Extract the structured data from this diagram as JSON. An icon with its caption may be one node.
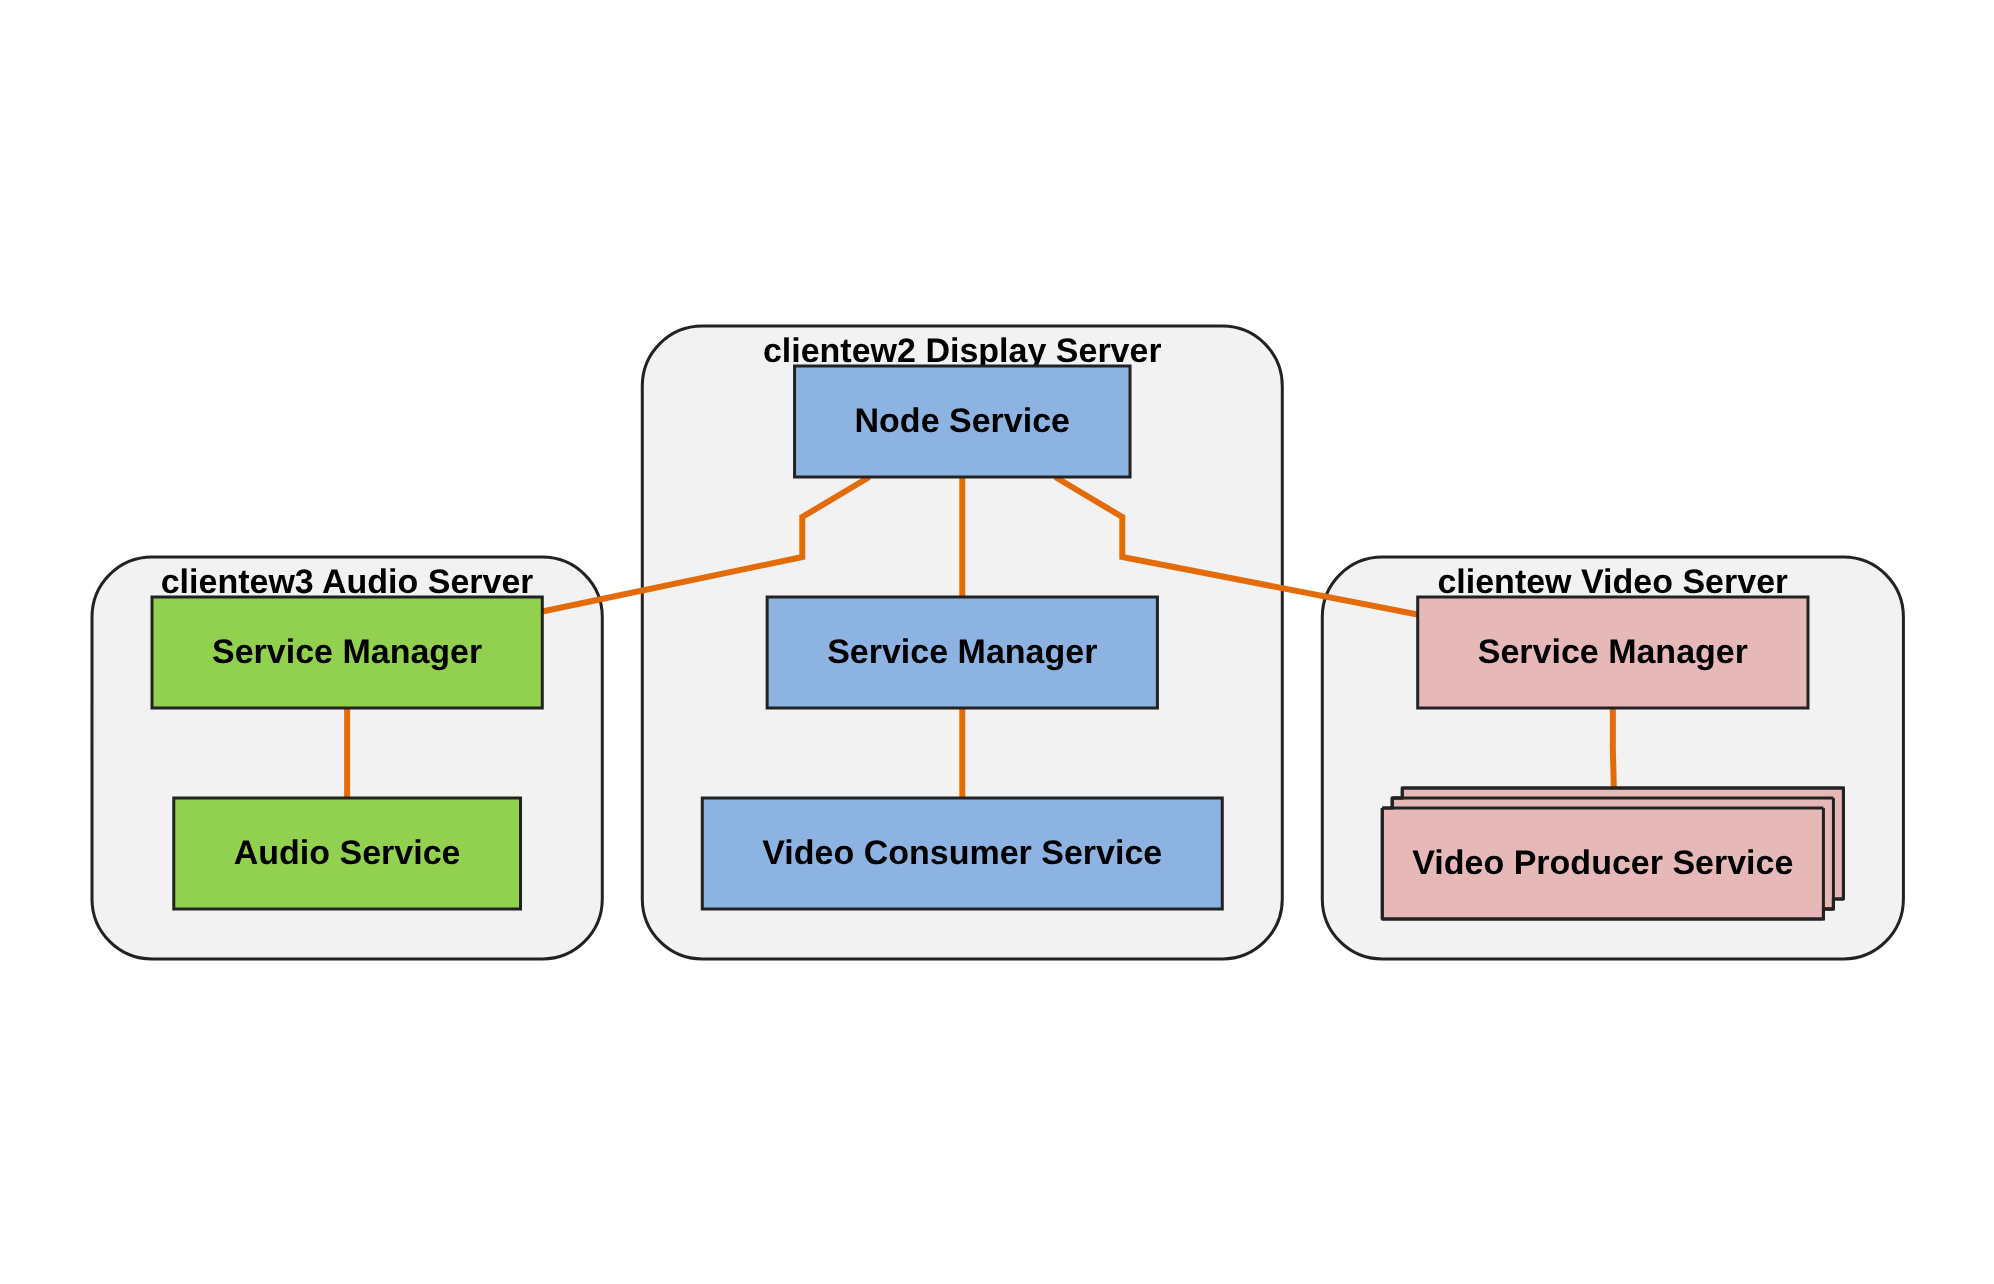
{
  "diagram": {
    "nodes": [
      {
        "text": [
          "clientew Video Server"
        ]
      },
      {
        "text": [
          "Service Manager"
        ],
        "in": 0
      },
      {
        "text": [
          "Video Producer Service"
        ],
        "in": 0
      },
      {
        "text": [
          "clientew2 Display Server"
        ]
      },
      {
        "text": [
          "Node Service"
        ],
        "in": 3
      },
      {
        "text": [
          "Service Manager"
        ],
        "in": 3
      },
      {
        "text": [
          "Video Consumer Service"
        ],
        "in": 3
      },
      {
        "text": [
          "clientew3 Audio Server"
        ]
      },
      {
        "text": [
          "Service Manager"
        ],
        "in": 7
      },
      {
        "text": [
          "Audio Service"
        ],
        "in": 7
      }
    ],
    "edges": [
      {
        "from": 4,
        "to": 1,
        "arrow": "none"
      },
      {
        "from": 4,
        "to": 5,
        "arrow": "none"
      },
      {
        "from": 4,
        "to": 8,
        "arrow": "none"
      },
      {
        "from": 1,
        "to": 2,
        "arrow": "none"
      },
      {
        "from": 5,
        "to": 6,
        "arrow": "none"
      },
      {
        "from": 8,
        "to": 9,
        "arrow": "none"
      }
    ]
  }
}
